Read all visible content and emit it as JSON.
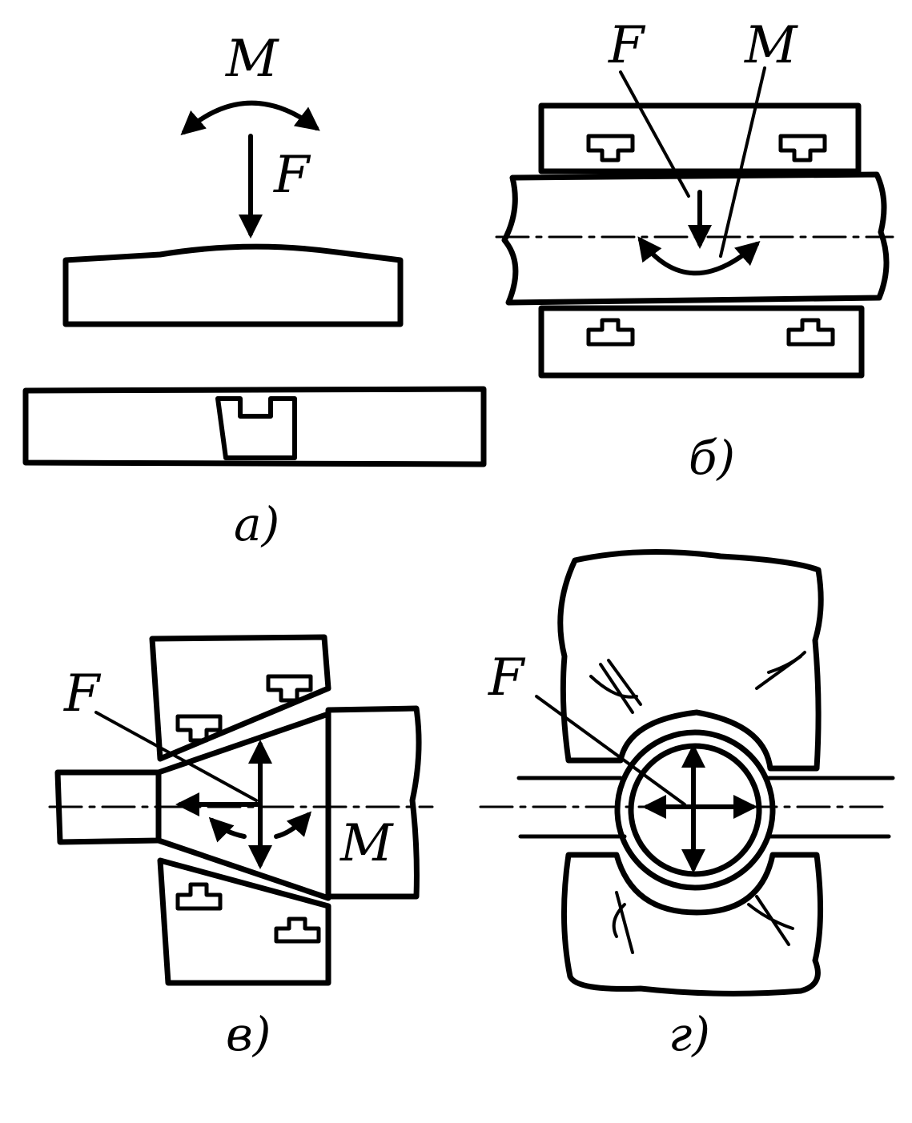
{
  "panels": {
    "a": {
      "caption": "а)",
      "moment": "M",
      "force": "F"
    },
    "b": {
      "caption": "б)",
      "force": "F",
      "moment": "M"
    },
    "v": {
      "caption": "в)",
      "force": "F",
      "moment": "M"
    },
    "g": {
      "caption": "г)",
      "force": "F"
    }
  },
  "colors": {
    "ink": "#000000",
    "paper": "#ffffff"
  }
}
